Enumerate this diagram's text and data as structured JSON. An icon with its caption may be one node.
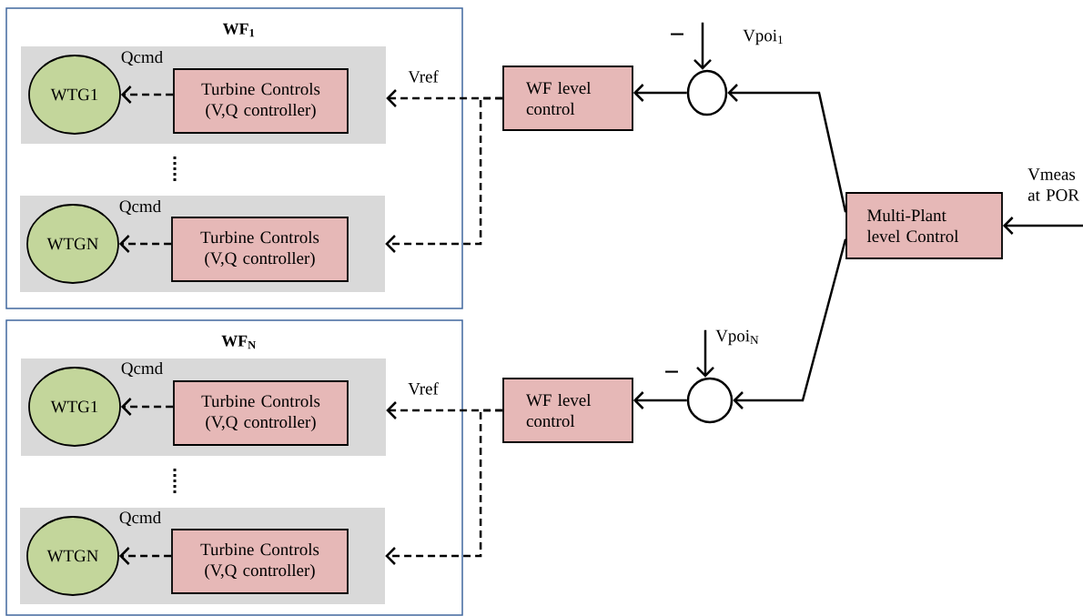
{
  "diagram": {
    "nodes": [
      {
        "text": [
          "WF$_{1}$"
        ]
      },
      {
        "text": [],
        "shape": "box",
        "in": 0
      },
      {
        "text": [
          "WTG1"
        ],
        "in": 1
      },
      {
        "text": [
          "Turbine Controls (V,Q controller)"
        ],
        "in": 1
      },
      {
        "text": [],
        "shape": "box",
        "in": 0
      },
      {
        "text": [
          "WTGN"
        ],
        "in": 4
      },
      {
        "text": [
          "Turbine Controls (V,Q controller)"
        ],
        "in": 4
      },
      {
        "text": [
          "WF$_{N}$"
        ]
      },
      {
        "text": [],
        "shape": "box",
        "in": 7
      },
      {
        "text": [
          "WTG1"
        ],
        "in": 8
      },
      {
        "text": [
          "Turbine Controls (V,Q controller)"
        ],
        "in": 8
      },
      {
        "text": [],
        "shape": "box",
        "in": 7
      },
      {
        "text": [
          "WTGN"
        ],
        "in": 11
      },
      {
        "text": [
          "Turbine Controls (V,Q controller)"
        ],
        "in": 11
      },
      {
        "text": [
          "WF level control"
        ]
      },
      {
        "text": [
          "WF level control"
        ]
      },
      {
        "text": [],
        "shape": "circle"
      },
      {
        "text": [],
        "shape": "circle"
      },
      {
        "text": [
          "Multi-Plant level Control"
        ]
      }
    ],
    "edges": [
      {
        "from": 18,
        "to": 16,
        "arrow": "to"
      },
      {
        "from": 18,
        "to": 17,
        "arrow": "to"
      },
      {
        "from": null,
        "to": 18,
        "arrow": "to",
        "label": "Vmeas at POR"
      },
      {
        "from": null,
        "to": 16,
        "arrow": "to",
        "label": "Vpoi$_{1}$"
      },
      {
        "from": null,
        "to": 17,
        "arrow": "to",
        "label": "Vpoi$_{N}$"
      },
      {
        "from": 16,
        "to": 14,
        "arrow": "to"
      },
      {
        "from": 17,
        "to": 15,
        "arrow": "to"
      },
      {
        "from": 14,
        "to": 1,
        "arrow": "to",
        "style": "dashed",
        "label": "Vref"
      },
      {
        "from": 14,
        "to": 4,
        "arrow": "to",
        "style": "dashed"
      },
      {
        "from": 15,
        "to": 8,
        "arrow": "to",
        "style": "dashed",
        "label": "Vref"
      },
      {
        "from": 15,
        "to": 11,
        "arrow": "to",
        "style": "dashed"
      },
      {
        "from": 3,
        "to": 2,
        "arrow": "to",
        "style": "dashed",
        "label": "Qcmd"
      },
      {
        "from": 6,
        "to": 5,
        "arrow": "to",
        "style": "dashed",
        "label": "Qcmd"
      },
      {
        "from": 10,
        "to": 9,
        "arrow": "to",
        "style": "dashed",
        "label": "Qcmd"
      },
      {
        "from": 13,
        "to": 12,
        "arrow": "to",
        "style": "dashed",
        "label": "Qcmd"
      }
    ],
    "labels": [
      "−",
      "−"
    ]
  }
}
